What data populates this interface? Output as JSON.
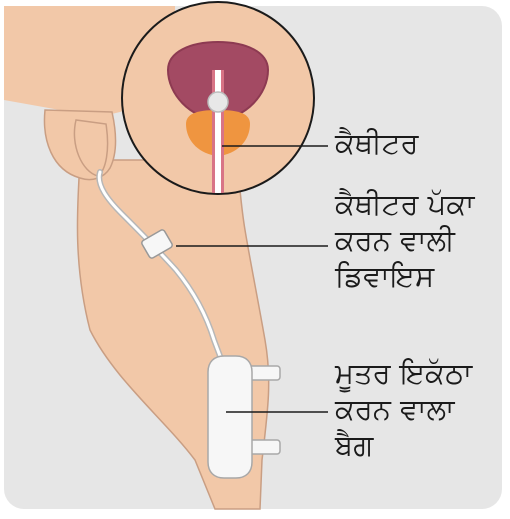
{
  "diagram": {
    "labels": {
      "catheter": "ਕੈਥੀਟਰ",
      "securing_device": [
        "ਕੈਥੀਟਰ ਪੱਕਾ",
        "ਕਰਨ ਵਾਲੀ",
        "ਡਿਵਾਇਸ"
      ],
      "collection_bag": [
        "ਮੂਤਰ ਇਕੱਠਾ",
        "ਕਰਨ ਵਾਲਾ",
        "ਬੈਗ"
      ]
    },
    "colors": {
      "background_panel": "#e6e6e6",
      "skin": "#f2c8a8",
      "skin_outline": "#c99e83",
      "bladder": "#a34a63",
      "prostate": "#ef9540",
      "catheter_tube": "#ffffff",
      "bag": "#f7f7f7",
      "leader_line": "#1b1b1b"
    }
  }
}
